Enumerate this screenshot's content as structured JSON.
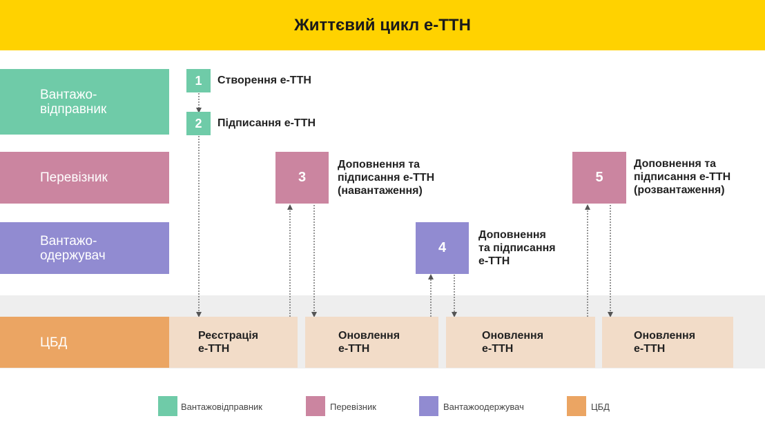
{
  "title": "Життєвий цикл е-ТТН",
  "colors": {
    "shipper": "#6fcba8",
    "carrier": "#cb85a0",
    "consignee": "#918bd1",
    "cbd": "#eba563",
    "cbd_box": "#f2dcc8",
    "header": "#ffd200"
  },
  "lanes": {
    "shipper": "Вантажо-\nвідправник",
    "carrier": "Перевізник",
    "consignee": "Вантажо-\nодержувач",
    "cbd": "ЦБД"
  },
  "steps": [
    {
      "number": "1",
      "label": "Створення е-ТТН"
    },
    {
      "number": "2",
      "label": "Підписання е-ТТН"
    },
    {
      "number": "3",
      "label": "Доповнення та\nпідписання е-ТТН\n(навантаження)"
    },
    {
      "number": "4",
      "label": "Доповнення\nта підписання\nе-ТТН"
    },
    {
      "number": "5",
      "label": "Доповнення та\nпідписання е-ТТН\n(розвантаження)"
    }
  ],
  "cbd_boxes": [
    "Реєстрація\nе-ТТН",
    "Оновлення\nе-ТТН",
    "Оновлення\nе-ТТН",
    "Оновлення\nе-ТТН"
  ],
  "legend": [
    "Вантажовідправник",
    "Перевізник",
    "Вантажоодержувач",
    "ЦБД"
  ]
}
